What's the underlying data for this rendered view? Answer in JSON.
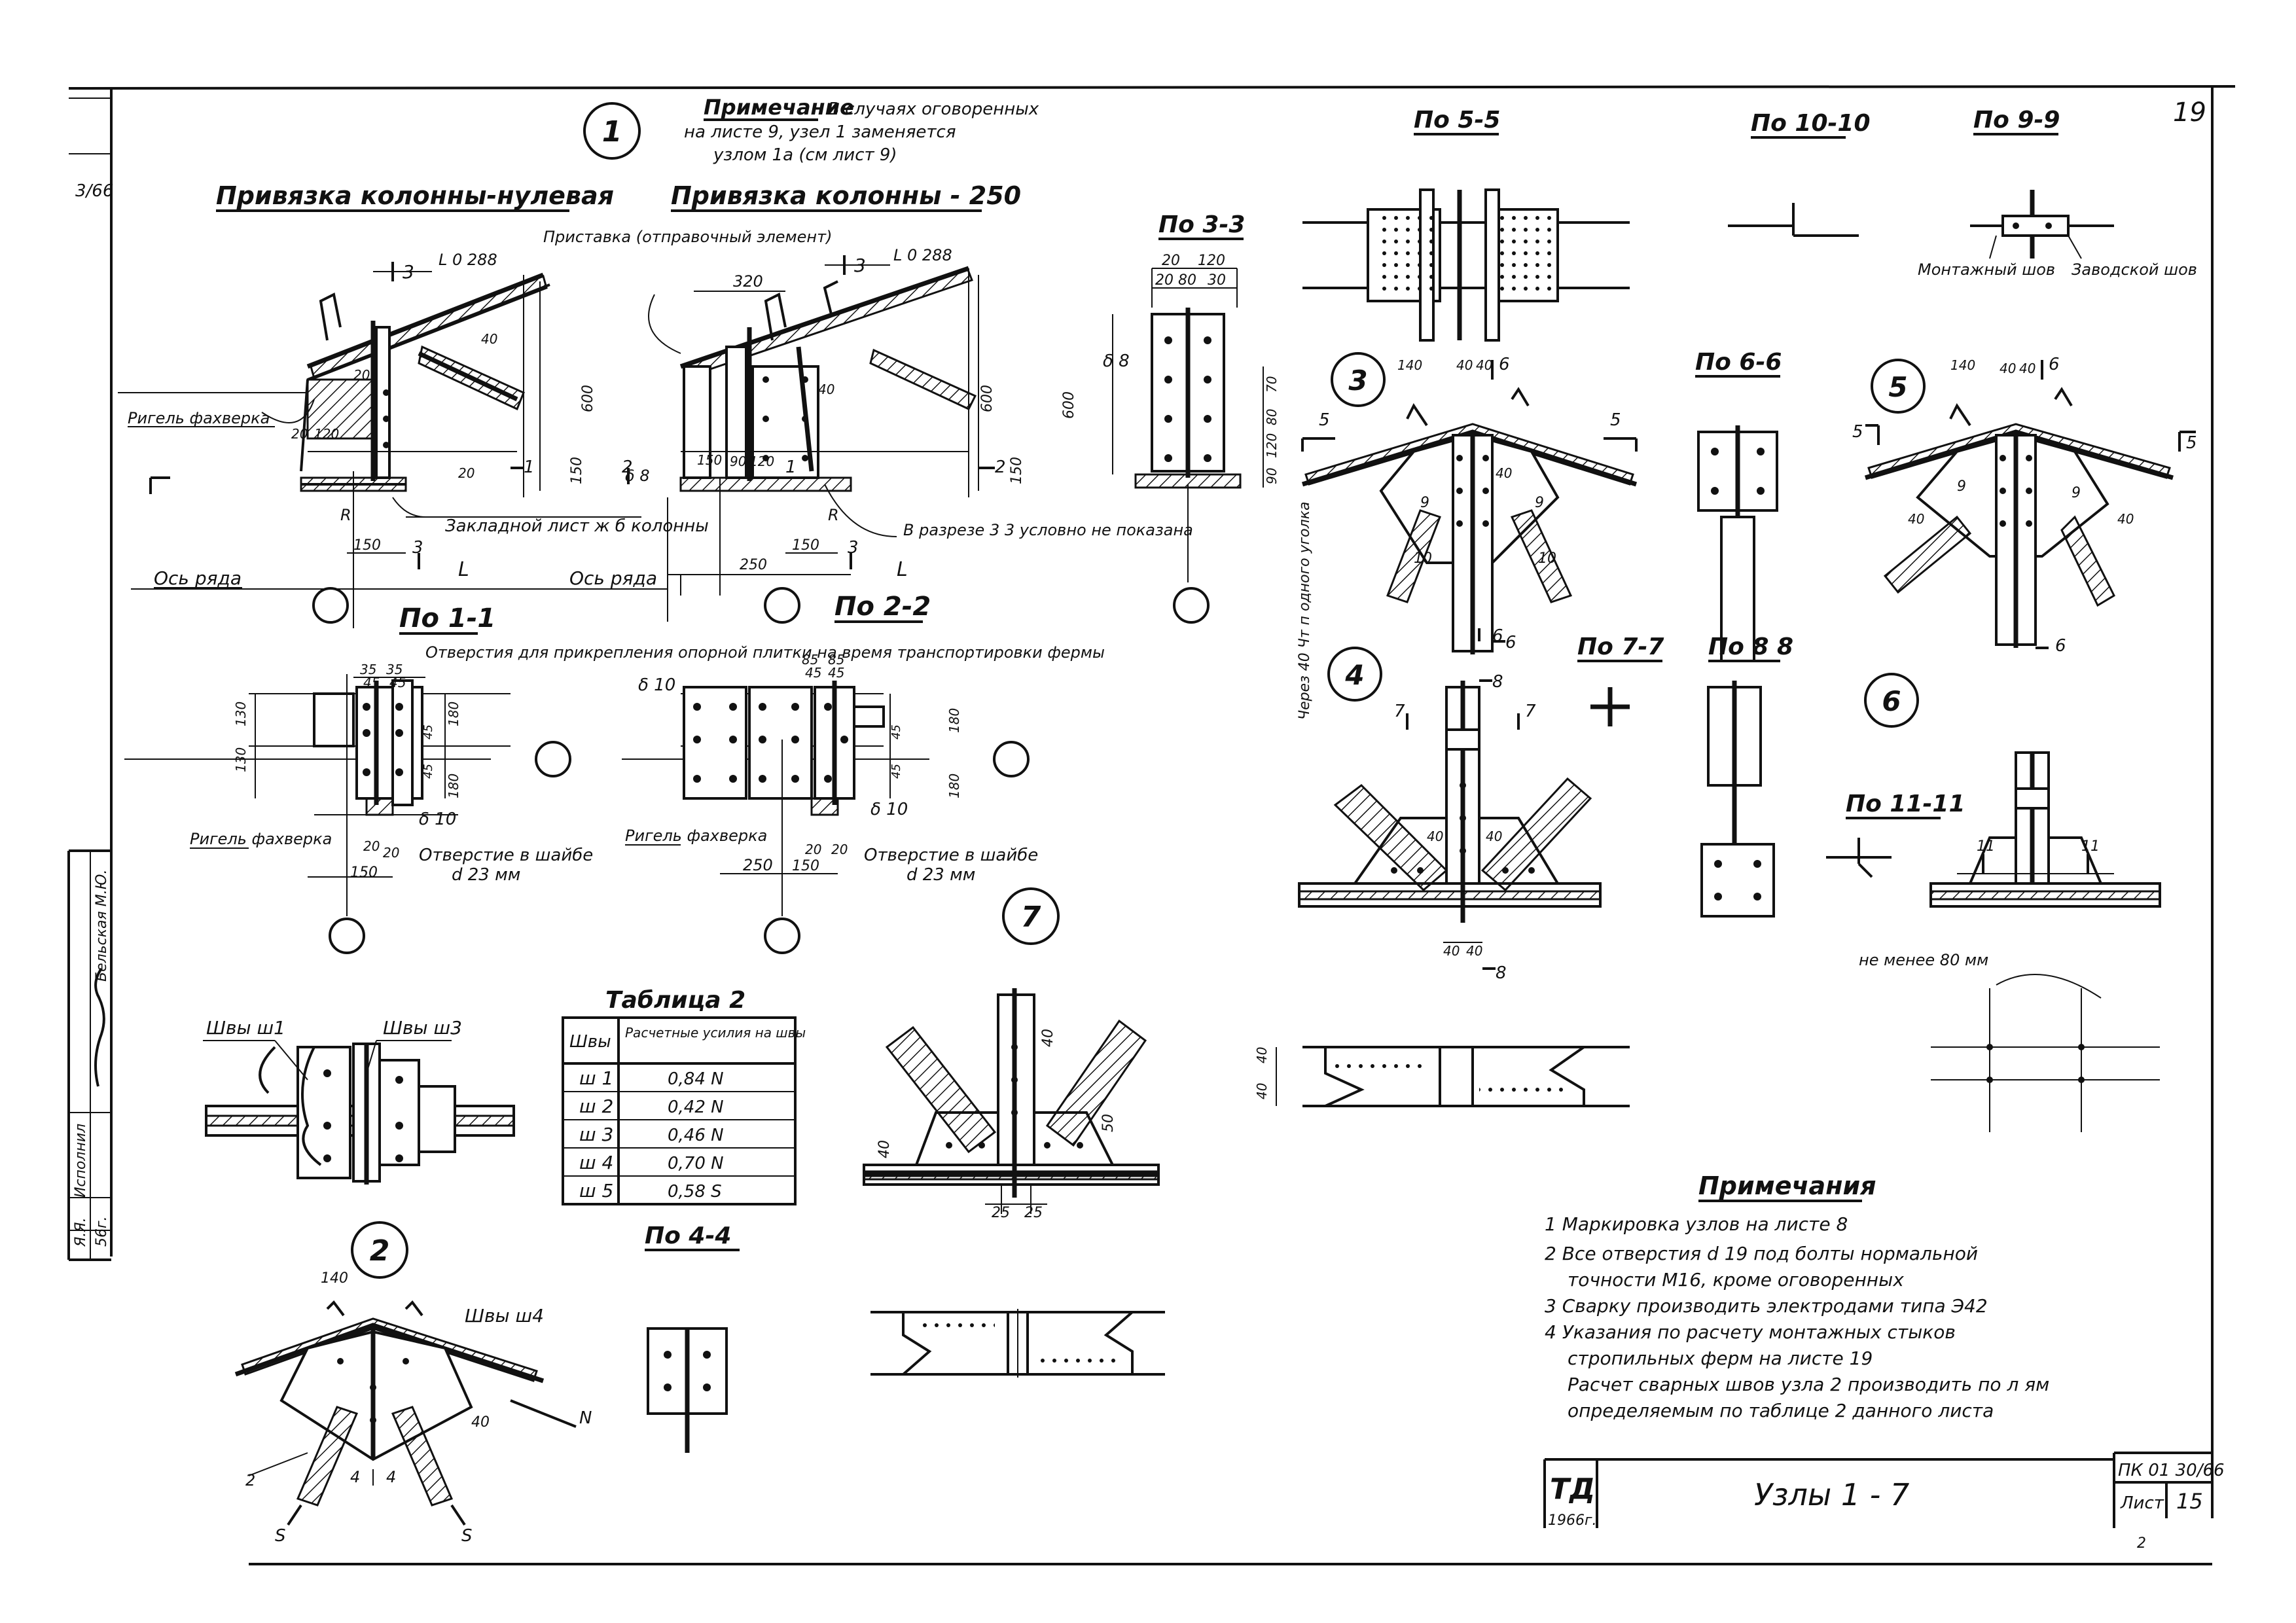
{
  "sheet": {
    "sheet_number": "19",
    "left_margin_code": "3/66",
    "sig_roles": [
      "Исполнил",
      "Бельская М.Ю.",
      "Я.Я."
    ],
    "sig_dates": [
      "56г."
    ]
  },
  "node1": {
    "marker": "1",
    "note_title": "Примечание",
    "note_lines": [
      "В случаях оговоренных",
      "на листе 9, узел 1 заменяется",
      "узлом 1а (см лист 9)"
    ],
    "title_left": "Привязка колонны-нулевая",
    "title_right": "Привязка колонны - 250",
    "pristavka": "Приставка (отправочный элемент)",
    "rigel": "Ригель фахверка",
    "zakladnoy": "Закладной лист ж б колонны",
    "razrez_note": "В разрезе 3 3 условно не показана",
    "os_ryada": "Ось ряда",
    "dims": [
      "3",
      "L 0 288",
      "3",
      "L 0 288",
      "320",
      "40",
      "600",
      "600",
      "20",
      "120",
      "20",
      "40",
      "150",
      "90",
      "120",
      "150",
      "150",
      "20",
      "R",
      "R",
      "δ 8",
      "150",
      "3",
      "150",
      "3",
      "250",
      "L",
      "L",
      "2",
      "2",
      "1",
      "1",
      "40",
      "40"
    ]
  },
  "section33": {
    "title": "По 3-3",
    "dims": [
      "20",
      "120",
      "20",
      "80",
      "30",
      "δ 8",
      "600",
      "90",
      "120",
      "80",
      "70"
    ]
  },
  "section11": {
    "title": "По 1-1",
    "hole_note": "Отверстия для прикрепления опорной плитки на время транспортировки фермы",
    "rigel": "Ригель фахверка",
    "delta10": "δ 10",
    "hole_washer": "Отверстие в шайбе",
    "d23": "d 23 мм",
    "dims": [
      "35",
      "35",
      "45",
      "45",
      "130",
      "130",
      "180",
      "180",
      "45",
      "45",
      "20",
      "20",
      "150"
    ]
  },
  "section22": {
    "title": "По 2-2",
    "delta10": "δ 10",
    "delta10b": "δ 10",
    "rigel": "Ригель фахверка",
    "hole_washer": "Отверстие в шайбе",
    "d23": "d 23 мм",
    "dims": [
      "85",
      "85",
      "45",
      "45",
      "45",
      "45",
      "180",
      "180",
      "250",
      "150",
      "20",
      "20"
    ]
  },
  "welds": {
    "label1": "Швы ш1",
    "label3": "Швы ш3",
    "label4": "Швы ш4"
  },
  "table2": {
    "title": "Таблица 2",
    "headers": [
      "Швы",
      "Расчетные усилия на швы"
    ],
    "rows": [
      [
        "ш 1",
        "0,84 N"
      ],
      [
        "ш 2",
        "0,42 N"
      ],
      [
        "ш 3",
        "0,46 N"
      ],
      [
        "ш 4",
        "0,70 N"
      ],
      [
        "ш 5",
        "0,58 S"
      ]
    ]
  },
  "node7": {
    "marker": "7",
    "dims": [
      "40",
      "40",
      "50",
      "25",
      "25"
    ]
  },
  "node2": {
    "marker": "2",
    "dims": [
      "140",
      "40",
      "2",
      "4",
      "4",
      "S",
      "S",
      "N"
    ]
  },
  "section44": {
    "title": "По 4-4"
  },
  "section55": {
    "title": "По 5-5"
  },
  "section1010": {
    "title": "По 10-10"
  },
  "section99": {
    "title": "По 9-9",
    "montazh": "Монтажный шов",
    "zavod": "Заводской шов"
  },
  "node3": {
    "marker": "3",
    "dims": [
      "140",
      "40",
      "40",
      "6",
      "5",
      "5",
      "9",
      "9",
      "40",
      "10",
      "10",
      "6"
    ]
  },
  "section66": {
    "title": "По 6-6"
  },
  "node5": {
    "marker": "5",
    "dims": [
      "140",
      "40",
      "40",
      "6",
      "5",
      "5",
      "9",
      "9",
      "40",
      "40",
      "6"
    ]
  },
  "node4": {
    "marker": "4",
    "side_note": "Через 40 Чт п одного уголка",
    "dims": [
      "6",
      "8",
      "7",
      "7",
      "40",
      "40",
      "40",
      "40",
      "8"
    ]
  },
  "section77": {
    "title": "По 7-7"
  },
  "section88": {
    "title": "По 8 8"
  },
  "node6": {
    "marker": "6",
    "note_80": "не менее 80 мм",
    "dims": [
      "11",
      "11"
    ]
  },
  "section1111": {
    "title": "По 11-11"
  },
  "splice": {
    "dims": [
      "40",
      "40"
    ]
  },
  "notes": {
    "title": "Примечания",
    "items": [
      "1 Маркировка узлов на листе 8",
      "2 Все отверстия d 19 под болты нормальной",
      "точности М16, кроме оговоренных",
      "3 Сварку производить электродами типа Э42",
      "4 Указания по расчету монтажных стыков",
      "стропильных ферм на листе 19",
      "Расчет сварных швов узла 2 производить по л ям",
      "определяемым по таблице 2 данного листа"
    ]
  },
  "titleblock": {
    "org": "ТД",
    "year": "1966г.",
    "title": "Узлы 1 - 7",
    "code": "ПК 01 30/66",
    "list_label": "Лист",
    "list_num": "15",
    "sub": "2"
  }
}
